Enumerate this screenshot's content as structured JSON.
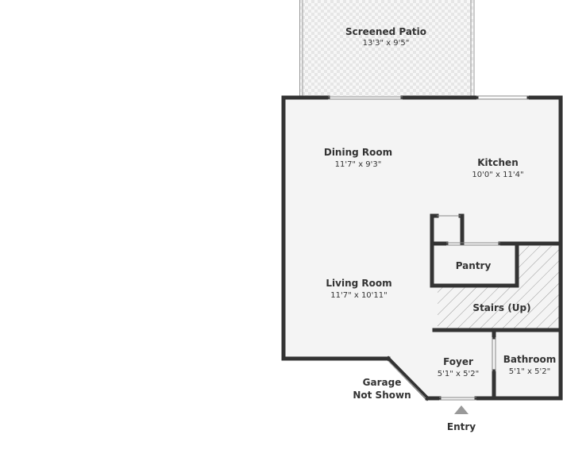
{
  "colors": {
    "wall": "#333333",
    "floor": "#f4f4f4",
    "text": "#333333",
    "patio_pattern": "#dcdcdc",
    "stair_hatch": "#9a9a9a"
  },
  "rooms": {
    "patio": {
      "name": "Screened Patio",
      "dims": "13'3\" x 9'5\""
    },
    "dining": {
      "name": "Dining Room",
      "dims": "11'7\" x 9'3\""
    },
    "kitchen": {
      "name": "Kitchen",
      "dims": "10'0\" x 11'4\""
    },
    "living": {
      "name": "Living Room",
      "dims": "11'7\" x 10'11\""
    },
    "pantry": {
      "name": "Pantry"
    },
    "stairs": {
      "name": "Stairs (Up)"
    },
    "foyer": {
      "name": "Foyer",
      "dims": "5'1\" x 5'2\""
    },
    "bathroom": {
      "name": "Bathroom",
      "dims": "5'1\" x 5'2\""
    }
  },
  "garage_note": {
    "line1": "Garage",
    "line2": "Not Shown"
  },
  "entry": {
    "label": "Entry",
    "icon": "entry-arrow-icon"
  }
}
